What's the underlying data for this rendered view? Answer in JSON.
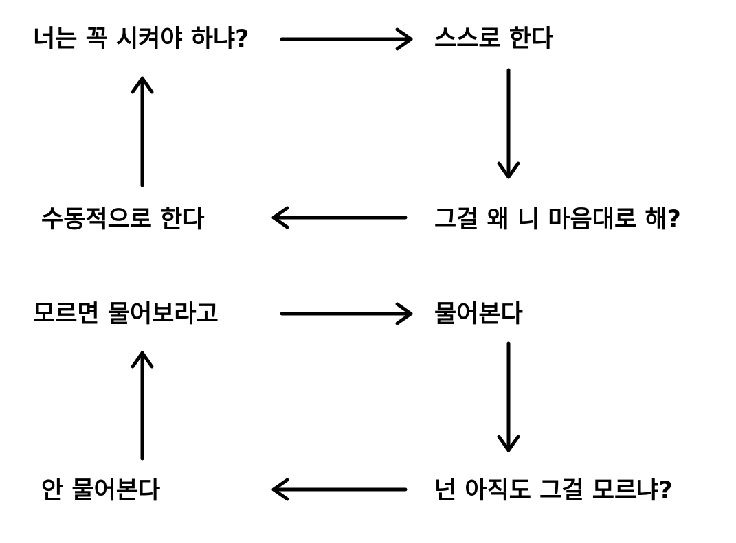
{
  "cycles": [
    {
      "nodes": [
        "너는 꼭 시켜야 하냐?",
        "스스로 한다",
        "그걸 왜 니 마음대로 해?",
        "수동적으로 한다"
      ]
    },
    {
      "nodes": [
        "모르면 물어보라고",
        "물어본다",
        "넌 아직도 그걸 모르냐?",
        "안 물어본다"
      ]
    }
  ],
  "colors": {
    "text": "#000000",
    "arrow": "#000000",
    "background": "#ffffff"
  }
}
